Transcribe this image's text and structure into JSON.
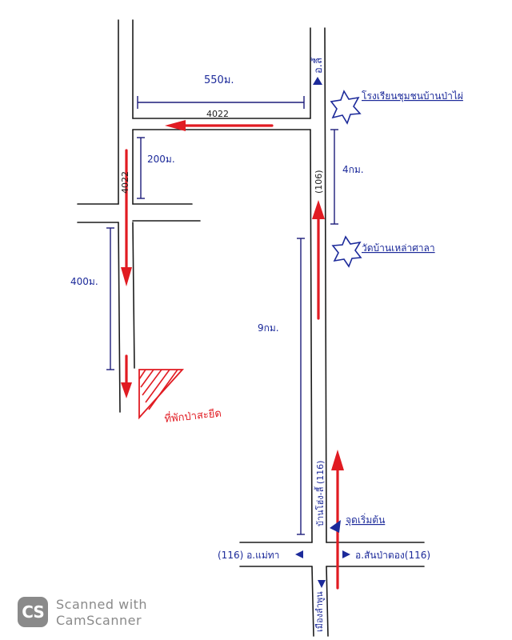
{
  "labels": {
    "top_direction": "อ.ลี้",
    "dist_550": "550ม.",
    "road_4022_top": "4022",
    "road_4022_left": "4022",
    "dist_200": "200ม.",
    "dist_400": "400ม.",
    "dist_4km": "4กม.",
    "road_106": "(106)",
    "dist_9km": "9กม.",
    "destination": "ที่พักป่าสะยีด",
    "school": "โรงเรียนชุมชนบ้านป่าไผ่",
    "temple": "วัดบ้านเหล่าศาลา",
    "road_116_name": "บ้านโฮ่ง-ลี้ (116)",
    "here_marker": "จุดเริ่มต้น",
    "junction_left": "(116) อ.แม่ทา",
    "junction_right": "อ.สันป่าตอง(116)",
    "bottom_direction": "เมืองลำพูน"
  },
  "colors": {
    "route": "#e11b22",
    "ink_blue": "#1c2a9a",
    "road_ink": "#1c1c1c",
    "watermark": "#8a8a8a"
  },
  "watermark": {
    "badge": "CS",
    "line1": "Scanned with",
    "line2": "CamScanner"
  }
}
